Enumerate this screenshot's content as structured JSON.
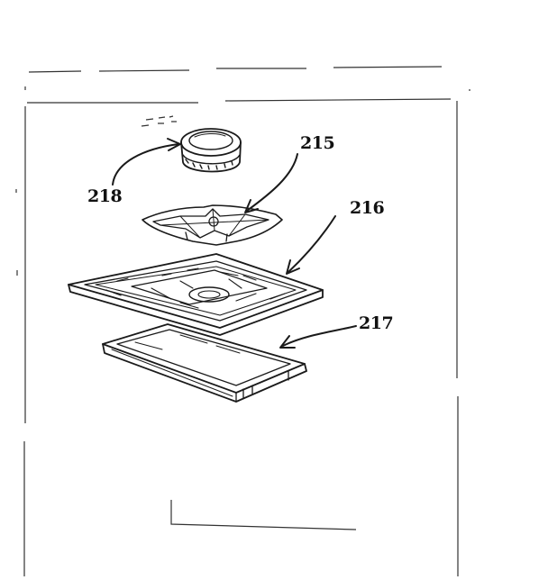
{
  "figure": {
    "callouts": {
      "knob": "218",
      "support": "215",
      "tray": "216",
      "frame": "217"
    },
    "colors": {
      "ink": "#1a1a1a",
      "paper": "#ffffff"
    }
  }
}
